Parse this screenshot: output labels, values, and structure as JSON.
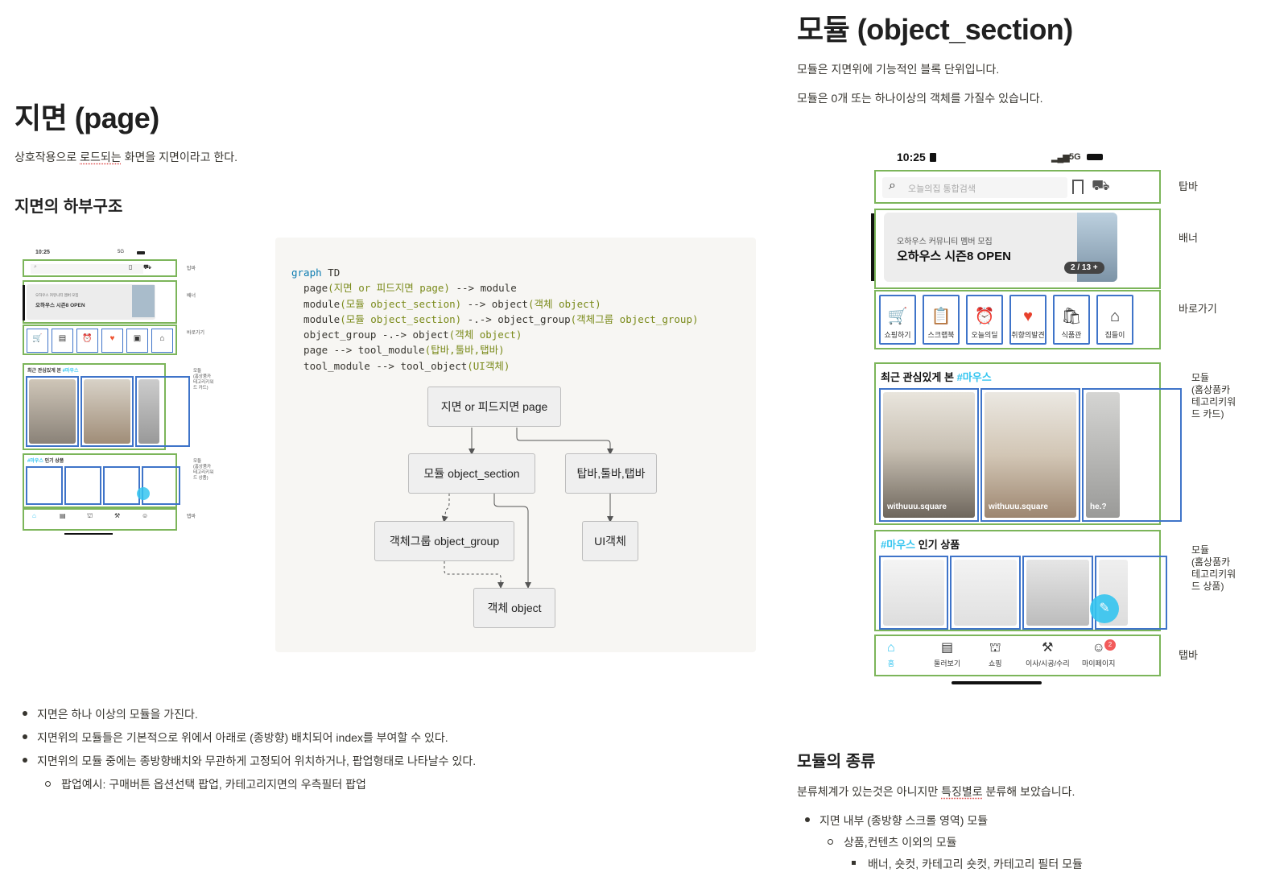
{
  "left": {
    "title": "지면 (page)",
    "desc_pre": "상호작용으로 ",
    "desc_u": "로드되는",
    " desc_post": "",
    "desc_post": " 화면을 지면이라고 한다.",
    "subtitle": "지면의 하부구조",
    "bullets": [
      "지면은 하나 이상의 모듈을 가진다.",
      "지면위의 모듈들은 기본적으로 위에서 아래로 (종방향) 배치되어 index를 부여할 수 있다.",
      "지면위의 모듈 중에는 종방향배치와 무관하게 고정되어 위치하거나, 팝업형태로 나타날수 있다."
    ],
    "sub_bullet": "팝업예시: 구매버튼 옵션선택 팝업, 카테고리지면의 우측필터 팝업"
  },
  "code": {
    "lines": [
      [
        "graph",
        " TD",
        ""
      ],
      [
        "  page",
        "(지면 or 피드지면 page)",
        " --> module"
      ],
      [
        "  module",
        "(모듈 object_section)",
        " --> object(객체 object)"
      ],
      [
        "  module",
        "(모듈 object_section)",
        " -.-> object_group(객체그룹 object_group)"
      ],
      [
        "  object_group",
        " -.->",
        " object(객체 object)"
      ],
      [
        "  page",
        " --> tool_module",
        "(탑바,툴바,탭바)"
      ],
      [
        "  tool_module",
        " --> tool_object",
        "(UI객체)"
      ]
    ],
    "raw": [
      "graph TD",
      "    page(지면 or 피드지면 page) --> module",
      "    module(모듈 object_section) --> object(객체 object)",
      "    module(모듈 object_section) -.-> object_group(객체그룹 object_group)",
      "    object_group -.-> object(객체 object)",
      "    page --> tool_module(탑바,툴바,탭바)",
      "    tool_module --> tool_object(UI객체)"
    ],
    "nodes": {
      "page": "지면 or 피드지면 page",
      "module": "모듈 object_section",
      "tool": "탑바,툴바,탭바",
      "group": "객체그룹 object_group",
      "ui": "UI객체",
      "object": "객체 object"
    }
  },
  "right": {
    "title": "모듈 (object_section)",
    "desc1": "모듈은 지면위에 기능적인 블록 단위입니다.",
    "desc2": "모듈은 0개 또는 하나이상의 객체를 가질수 있습니다.",
    "subtitle": "모듈의 종류",
    "desc3_pre": "분류체계가 있는것은 아니지만 ",
    "desc3_u": "특징별로",
    " desc3_post": "",
    "desc3_post": " 분류해 보았습니다.",
    "b1": "지면 내부 (종방향 스크롤 영역) 모듈",
    "b2": "상품,컨텐츠 이외의 모듈",
    "b3": "배너, 숏컷, 카테고리 숏컷, 카테고리 필터 모듈"
  },
  "phone": {
    "time": "10:25",
    "signal": "5G",
    "search_placeholder": "오늘의집 통합검색",
    "banner_sub": "오하우스 커뮤니티 멤버 모집",
    "banner_title": "오하우스 시즌8 OPEN",
    "banner_page": "2 / 13 +",
    "shortcuts": [
      "쇼핑하기",
      "스크랩북",
      "오늘의딜",
      "취향의발견",
      "식품관",
      "집들이"
    ],
    "recent_prefix": "최근 관심있게 본 ",
    "hashtag": "#마우스",
    "popular_suffix": " 인기 상품",
    "card_captions": [
      "withuuu.square",
      "withuuu.square",
      "he.?"
    ],
    "tabs": [
      "홈",
      "둘러보기",
      "쇼핑",
      "이사/시공/수리",
      "마이페이지"
    ],
    "badge": "2"
  },
  "labels": {
    "topbar": "탑바",
    "banner": "배너",
    "shortcut": "바로가기",
    "module_card": "모듈\n(홈상품카\n테고리키워\n드 카드)",
    "module_product": "모듈\n(홈상품카\n테고리키워\n드 상품)",
    "tabbar": "탭바"
  },
  "colors": {
    "green": "#7cb55a",
    "blue": "#3f74c9",
    "accent": "#35c5f0"
  }
}
